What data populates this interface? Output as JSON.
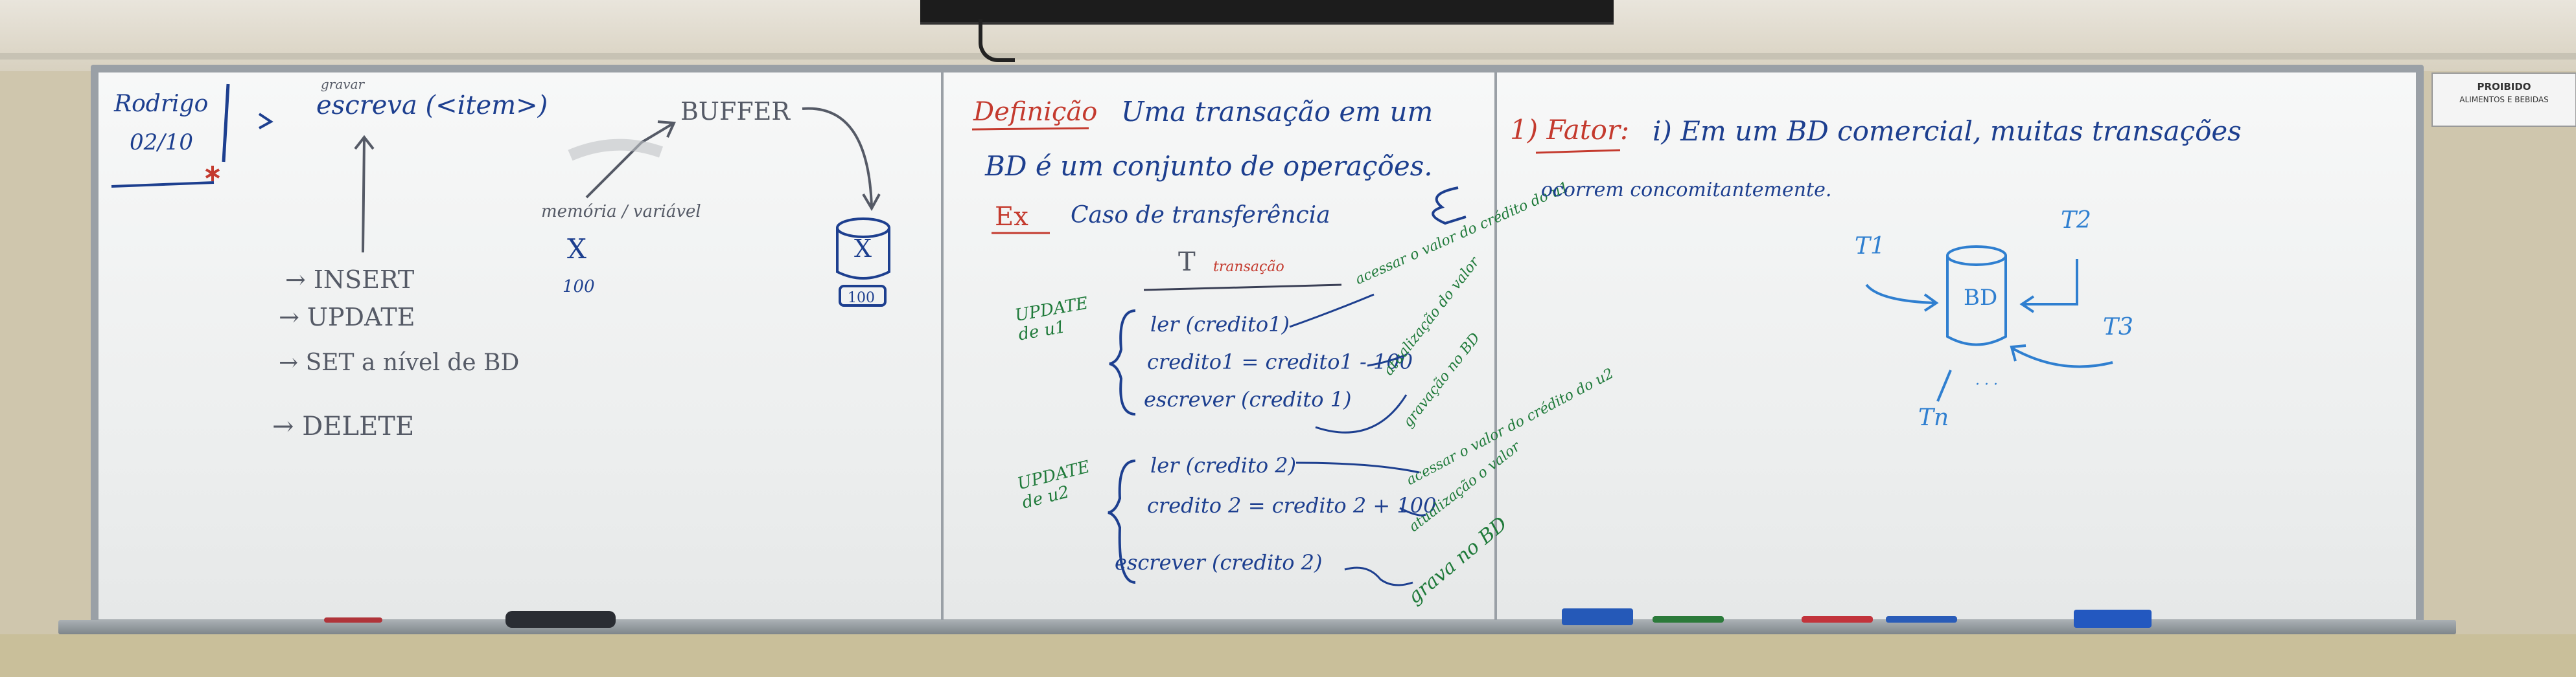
{
  "colors": {
    "blue_marker": "#1d3f8f",
    "dark_marker": "#3a3f55",
    "red_marker": "#c43a2e",
    "green_marker": "#1f7a3a",
    "light_blue_marker": "#2f7fd0"
  },
  "sign": {
    "line1": "PROIBIDO",
    "line2": "ALIMENTOS E BEBIDAS"
  },
  "left": {
    "name": "Rodrigo",
    "date": "02/10",
    "grava": "gravar",
    "escreva": "escreva (<item>)",
    "buffer": "BUFFER",
    "memoria": "memória / variável",
    "x_var": "X",
    "x_val": "100",
    "disk_x": "X",
    "disk_val": "100",
    "insert": "→ INSERT",
    "update": "→ UPDATE",
    "set": "→ SET  a nível de BD",
    "delete": "→ DELETE"
  },
  "middle": {
    "definicao": "Definição",
    "def_text1": "Uma transação em um",
    "def_text2": "BD é um conjunto de operações.",
    "ex": "Ex",
    "ex_text": "Caso de transferência",
    "t_label": "T",
    "transacao": "transação",
    "update_u1": "UPDATE de u1",
    "ler1": "ler (credito1)",
    "calc1": "credito1 = credito1 - 100",
    "escrever1": "escrever (credito 1)",
    "note1a": "acessar o valor do crédito do u1",
    "note1b": "atualização do valor",
    "note1c": "gravação no BD",
    "update_u2": "UPDATE de u2",
    "ler2": "ler (credito 2)",
    "calc2": "credito 2 = credito 2 + 100",
    "escrever2": "escrever (credito 2)",
    "note2a": "acessar o valor do crédito do u2",
    "note2b": "atualização o valor",
    "note2c": "grava no BD"
  },
  "right": {
    "fator": "1) Fator:",
    "fator_text1": "i) Em um BD comercial, muitas transações",
    "fator_text2": "ocorrem concomitantemente.",
    "bd": "BD",
    "t1": "T1",
    "t2": "T2",
    "t3": "T3",
    "tn": "Tn",
    "dots": "· · ·"
  }
}
